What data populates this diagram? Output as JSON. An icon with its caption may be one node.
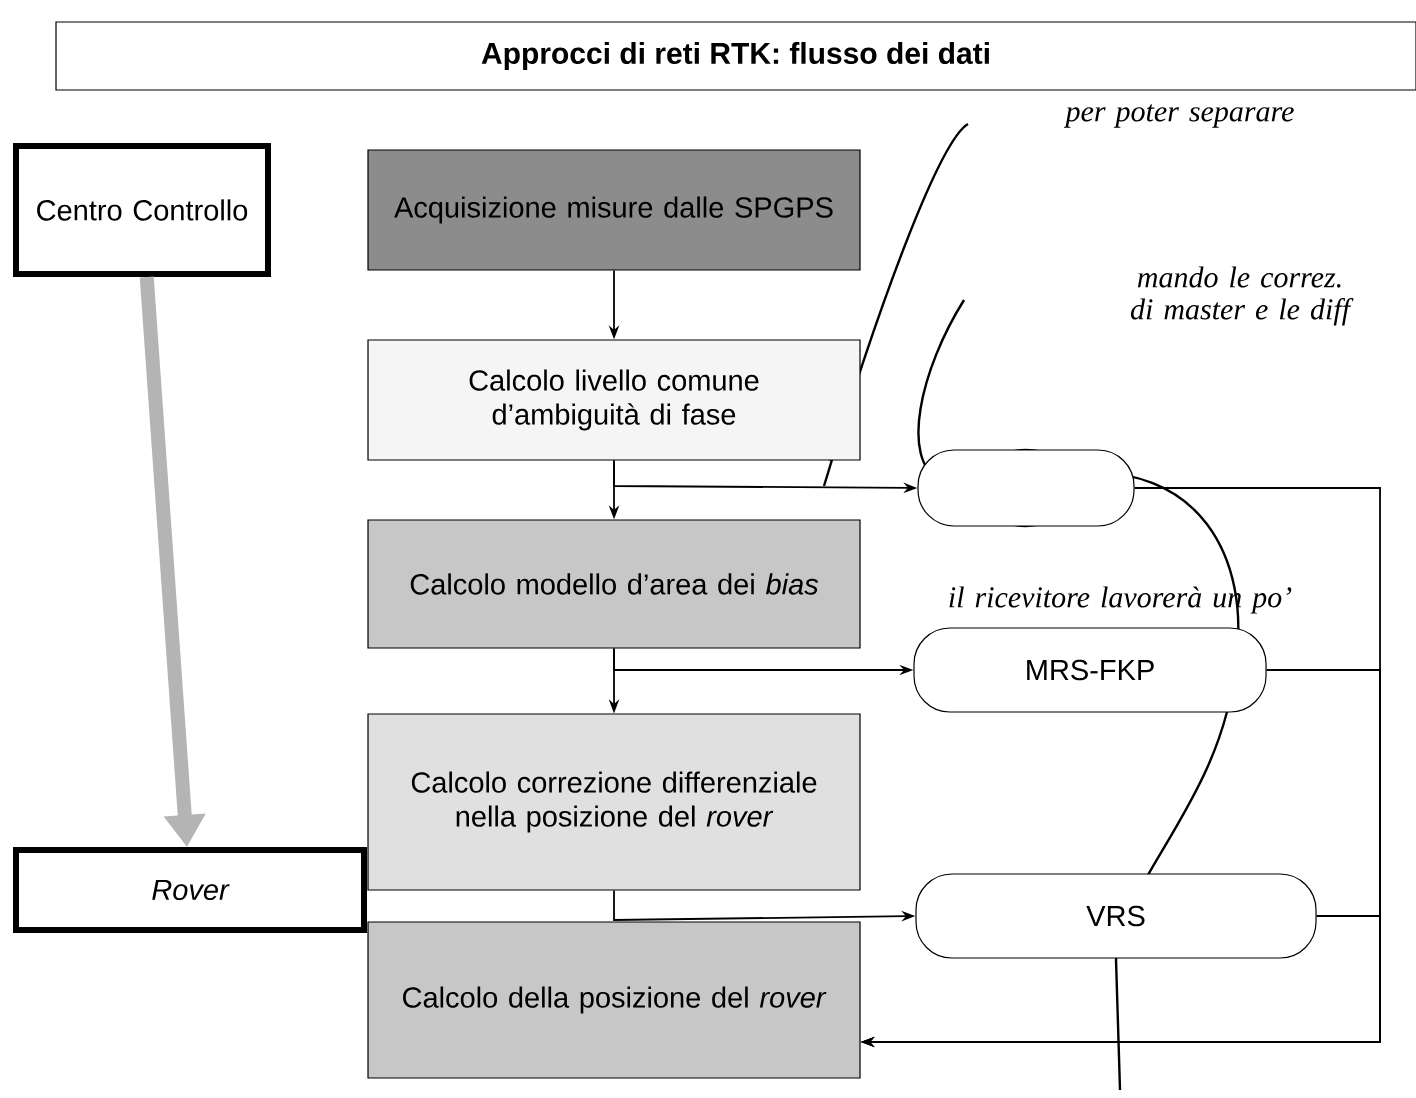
{
  "diagram": {
    "title": "Approcci di reti RTK: flusso dei dati",
    "nodes": [
      {
        "text": [
          "Centro Controllo"
        ]
      },
      {
        "text": [
          "Rover"
        ]
      },
      {
        "text": [
          "Acquisizione misure dalle SPGPS"
        ]
      },
      {
        "text": [
          "Calcolo livello comune d’ambiguità di fase"
        ]
      },
      {
        "text": [
          "Calcolo modello d’area dei *bias*"
        ]
      },
      {
        "text": [
          "Calcolo correzione differenziale nella posizione del *rover*"
        ]
      },
      {
        "text": [
          "Calcolo della posizione del *rover*"
        ]
      },
      {
        "text": [],
        "shape": "oval"
      },
      {
        "text": [
          "MRS-FKP"
        ]
      },
      {
        "text": [
          "VRS"
        ]
      }
    ],
    "edges": [
      {
        "from": 0,
        "to": 1,
        "arrow": "to",
        "style": "thick",
        "color": "#b4b4b4"
      },
      {
        "from": 2,
        "to": 3,
        "arrow": "to"
      },
      {
        "from": 3,
        "to": 4,
        "arrow": "to"
      },
      {
        "from": 4,
        "to": 5,
        "arrow": "to"
      },
      {
        "from": 3,
        "to": 7,
        "arrow": "to"
      },
      {
        "from": 4,
        "to": 8,
        "arrow": "to"
      },
      {
        "from": 5,
        "to": 9,
        "arrow": "to"
      },
      {
        "from": 7,
        "to": 6,
        "arrow": "to"
      },
      {
        "from": 8,
        "to": 6,
        "arrow": "to"
      },
      {
        "from": 9,
        "to": 6,
        "arrow": "to"
      }
    ],
    "labels": [
      "per poter separare",
      "mando le correz. di master e le diff",
      "il ricevitore lavorerà un po’"
    ]
  }
}
